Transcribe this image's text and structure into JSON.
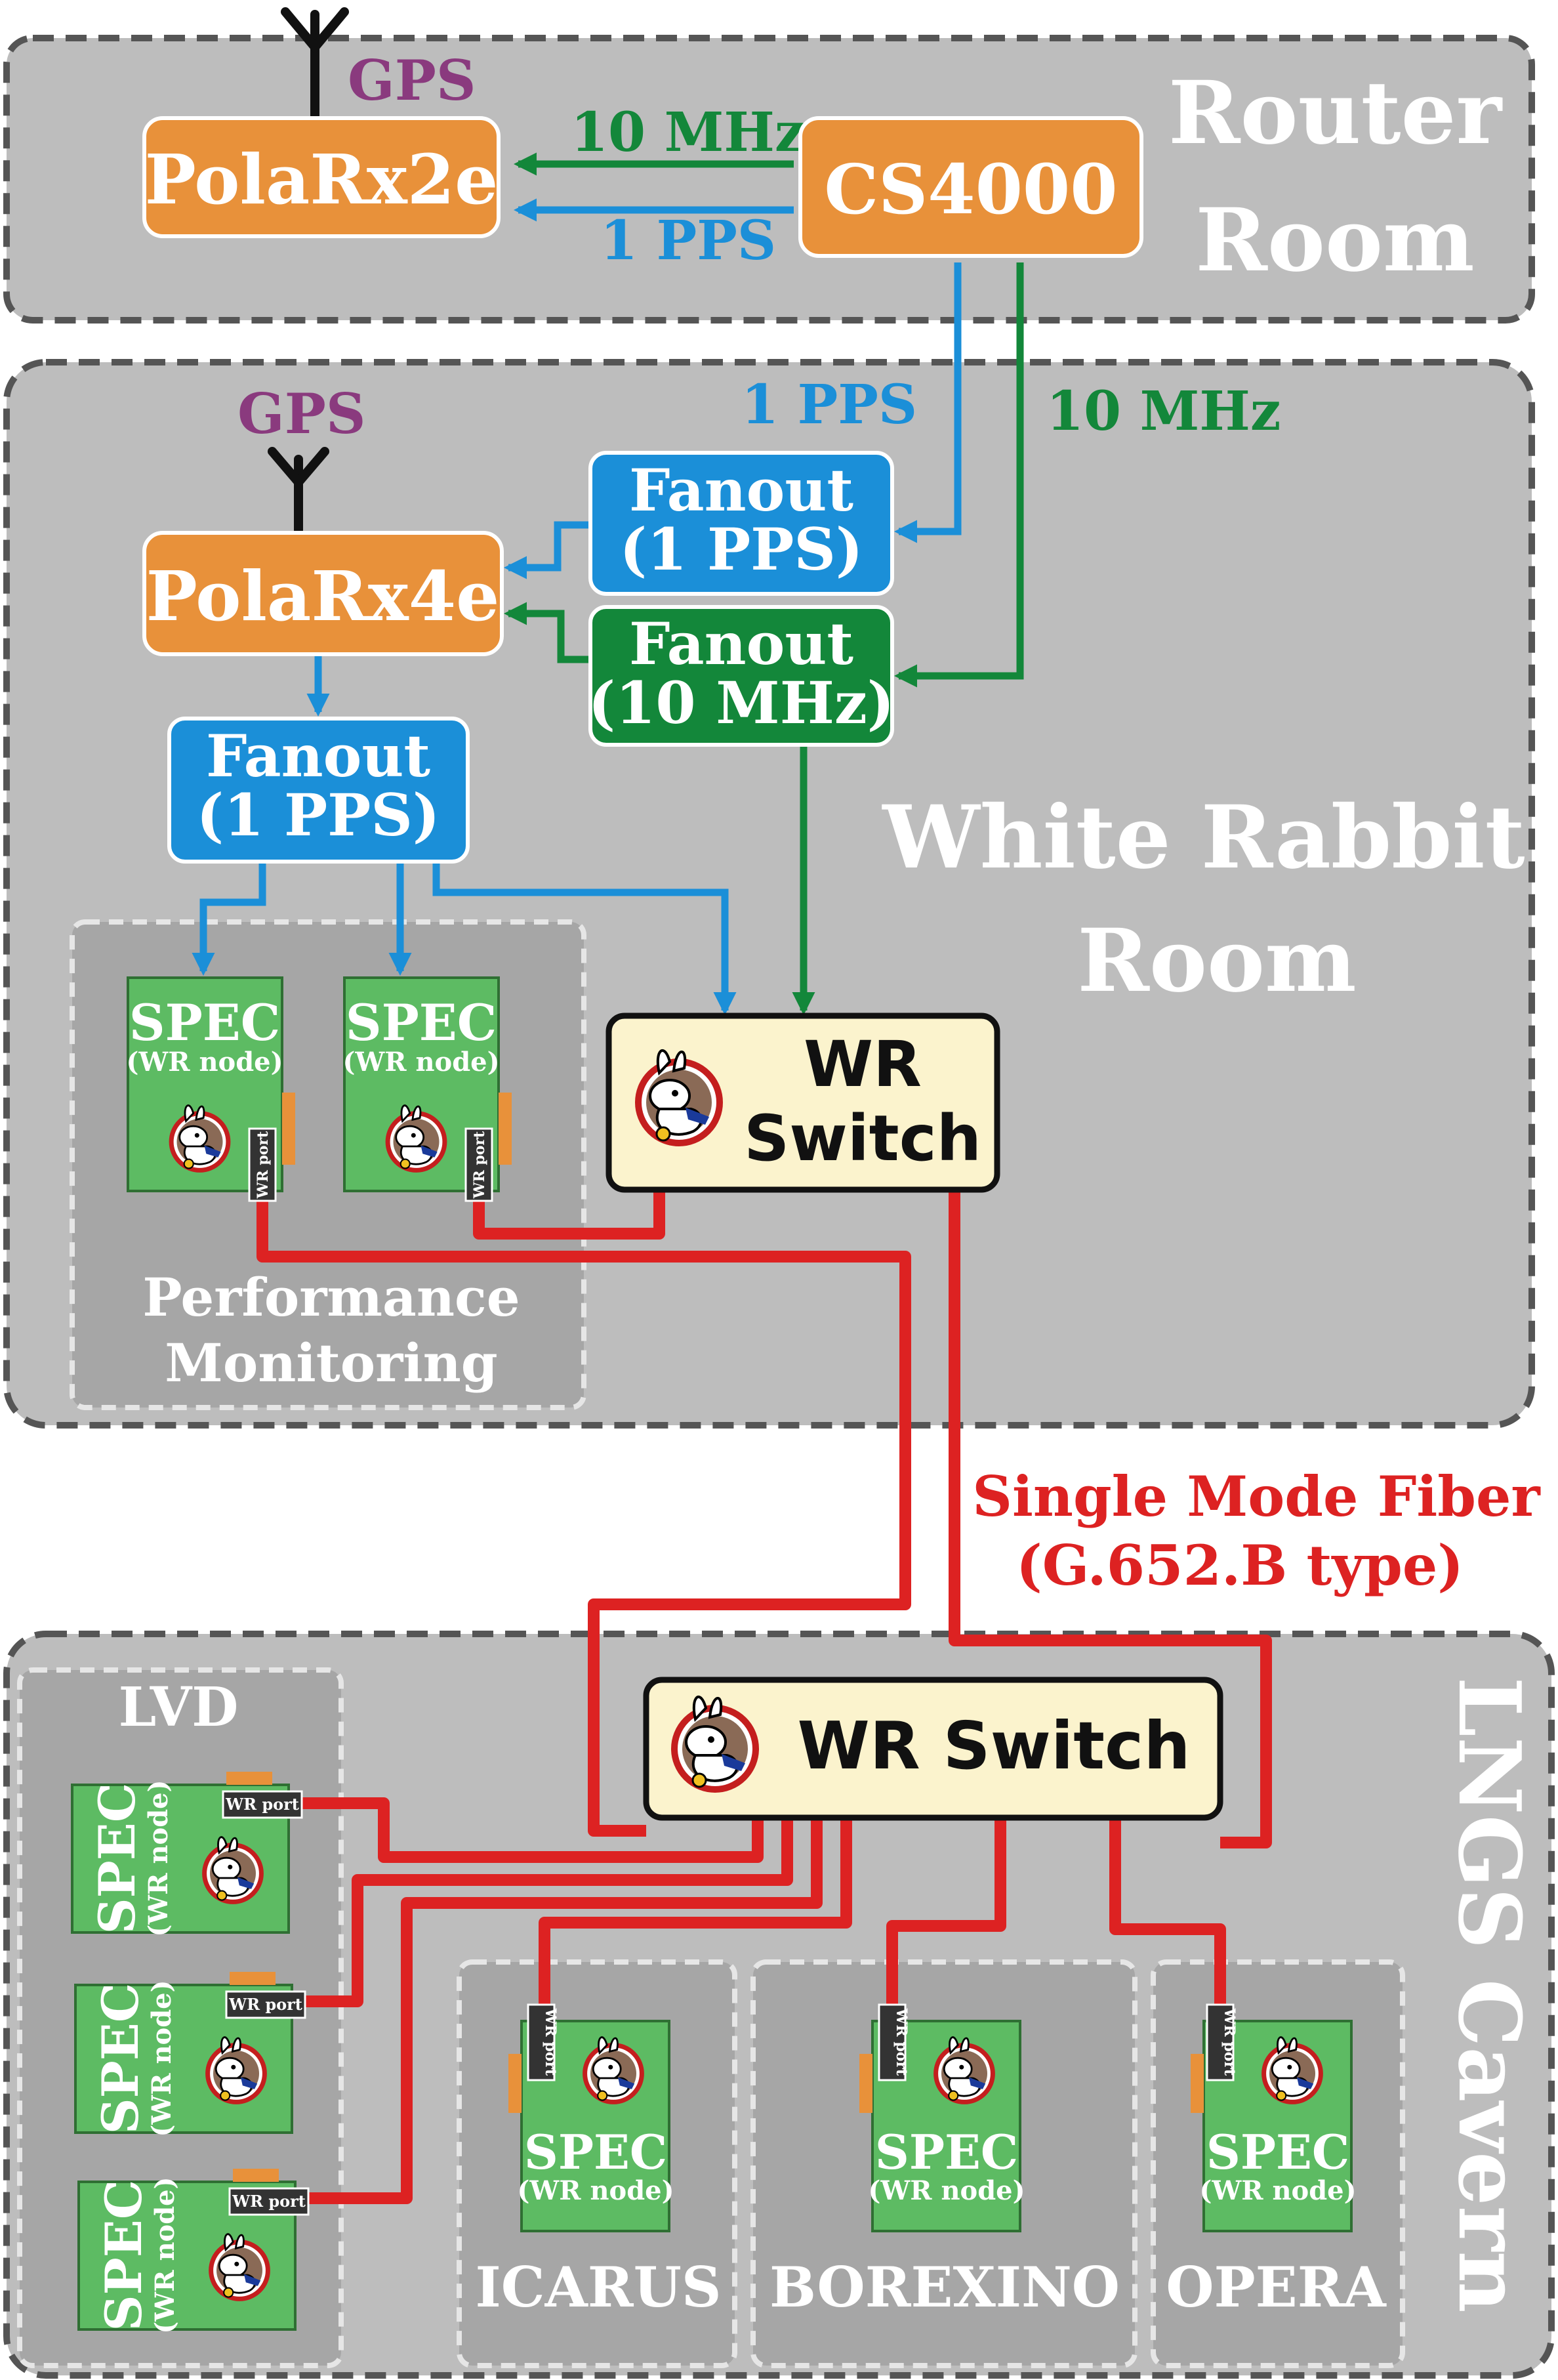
{
  "rooms": {
    "router": {
      "line1": "Router",
      "line2": "Room"
    },
    "white_rabbit": {
      "line1": "White Rabbit",
      "line2": "Room"
    },
    "lngs": {
      "label": "LNGS Cavern"
    }
  },
  "gps_label": "GPS",
  "polarx2e": "PolaRx2e",
  "polarx4e": "PolaRx4e",
  "cs4000": "CS4000",
  "signals": {
    "mhz": "10 MHz",
    "pps": "1 PPS"
  },
  "fanout": {
    "line1": "Fanout",
    "pps": "(1 PPS)",
    "mhz": "(10 MHz)"
  },
  "wr_switch": {
    "line1": "WR",
    "line2": "Switch",
    "single": "WR Switch"
  },
  "spec": {
    "title": "SPEC",
    "sub": "(WR node)",
    "port": "WR port"
  },
  "perf": {
    "line1": "Performance",
    "line2": "Monitoring"
  },
  "fiber": {
    "line1": "Single Mode Fiber",
    "line2": "(G.652.B type)"
  },
  "experiments": {
    "lvd": "LVD",
    "icarus": "ICARUS",
    "borexino": "BOREXINO",
    "opera": "OPERA"
  },
  "colors": {
    "room_fill": "#bdbdbd",
    "room_border": "#555555",
    "orange": "#e8913a",
    "blue": "#1b8fd8",
    "green": "#13873a",
    "red": "#dd2222",
    "switch_fill": "#fbf3cd",
    "card_green": "#5dbb63",
    "gps_purple": "#8a3a7e"
  }
}
